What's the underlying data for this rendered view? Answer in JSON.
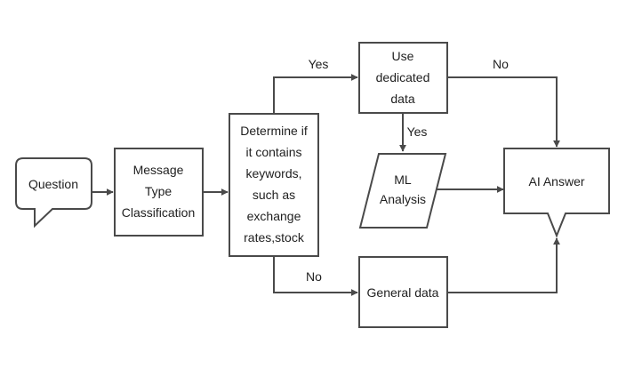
{
  "diagram": {
    "nodes": {
      "question": {
        "lines": [
          "Question"
        ]
      },
      "message_type": {
        "lines": [
          "Message",
          "Type",
          "Classification"
        ]
      },
      "determine": {
        "lines": [
          "Determine if",
          "it contains",
          "keywords,",
          "such as",
          "exchange",
          "rates,stock"
        ]
      },
      "dedicated": {
        "lines": [
          "Use",
          "dedicated",
          "data"
        ]
      },
      "ml": {
        "lines": [
          "ML",
          "Analysis"
        ]
      },
      "general": {
        "lines": [
          "General data"
        ]
      },
      "answer": {
        "lines": [
          "AI Answer"
        ]
      }
    },
    "edges": {
      "determine_to_dedicated": "Yes",
      "determine_to_general": "No",
      "dedicated_to_ml": "Yes",
      "dedicated_to_answer": "No"
    }
  }
}
